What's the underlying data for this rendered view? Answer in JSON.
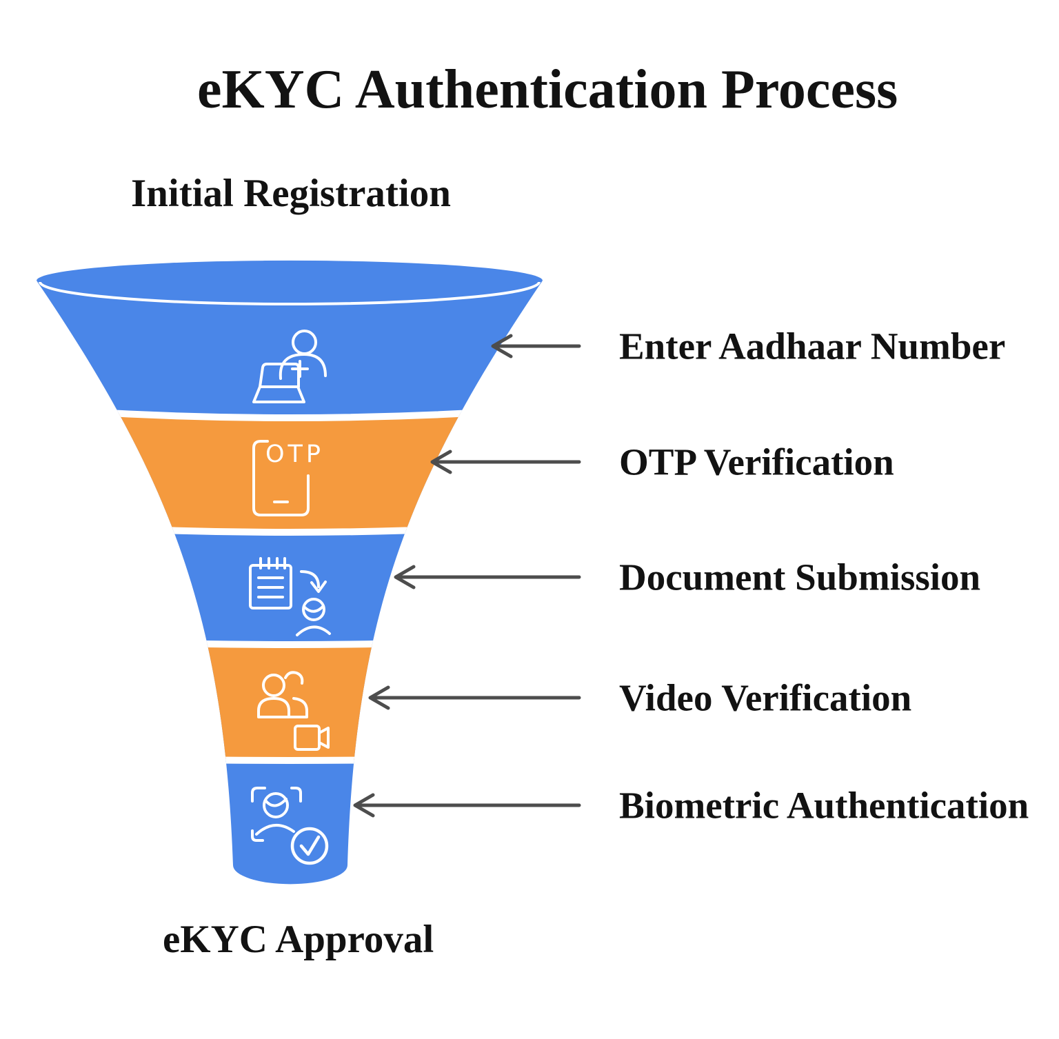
{
  "title": "eKYC Authentication Process",
  "funnel": {
    "entry_label": "Initial Registration",
    "exit_label": "eKYC Approval",
    "stages": [
      {
        "label": "Enter Aadhaar Number",
        "color": "#4A86E8",
        "icon": "user-registration-icon"
      },
      {
        "label": "OTP Verification",
        "color": "#F59A3E",
        "icon": "otp-phone-icon",
        "icon_text": "OTP"
      },
      {
        "label": "Document Submission",
        "color": "#4A86E8",
        "icon": "document-person-icon"
      },
      {
        "label": "Video Verification",
        "color": "#F59A3E",
        "icon": "video-call-icon"
      },
      {
        "label": "Biometric Authentication",
        "color": "#4A86E8",
        "icon": "face-scan-check-icon"
      }
    ]
  },
  "colors": {
    "stage_blue": "#4A86E8",
    "stage_orange": "#F59A3E",
    "separator": "#FFFFFF",
    "icon_stroke": "#FFFFFF",
    "arrow": "#4D4D4D",
    "text": "#121212",
    "background": "#FFFFFF"
  }
}
